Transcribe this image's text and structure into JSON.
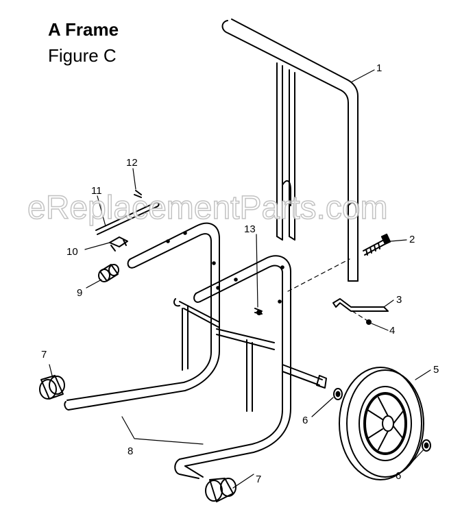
{
  "header": {
    "title": "A Frame",
    "subtitle": "Figure C"
  },
  "watermark": "eReplacementParts.com",
  "callouts": [
    {
      "id": "c1",
      "label": "1"
    },
    {
      "id": "c2",
      "label": "2"
    },
    {
      "id": "c3",
      "label": "3"
    },
    {
      "id": "c4",
      "label": "4"
    },
    {
      "id": "c5",
      "label": "5"
    },
    {
      "id": "c6a",
      "label": "6"
    },
    {
      "id": "c6b",
      "label": "6"
    },
    {
      "id": "c7a",
      "label": "7"
    },
    {
      "id": "c7b",
      "label": "7"
    },
    {
      "id": "c8",
      "label": "8"
    },
    {
      "id": "c9",
      "label": "9"
    },
    {
      "id": "c10",
      "label": "10"
    },
    {
      "id": "c11",
      "label": "11"
    },
    {
      "id": "c12",
      "label": "12"
    },
    {
      "id": "c13",
      "label": "13"
    }
  ]
}
